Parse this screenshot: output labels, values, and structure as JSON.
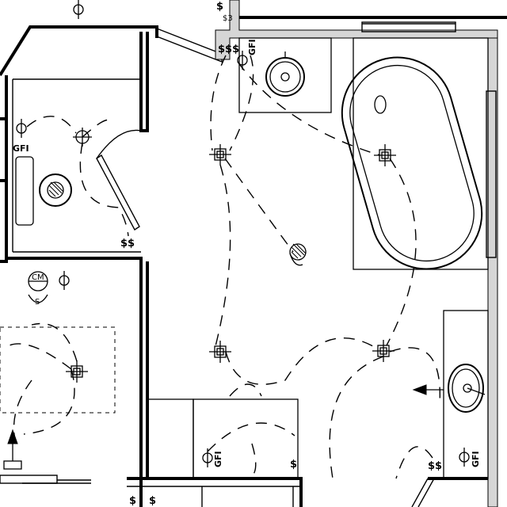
{
  "labels": {
    "switch_single": "$",
    "switch_double": "$$",
    "switch_triple": "$$$",
    "switch_three_way": "$3",
    "gfi": "GFI",
    "ceiling_mount_ring": "CM",
    "smoke_detector": "S"
  },
  "colors": {
    "line": "#000000",
    "wall_fill": "#d6d6d6",
    "background": "#ffffff"
  }
}
